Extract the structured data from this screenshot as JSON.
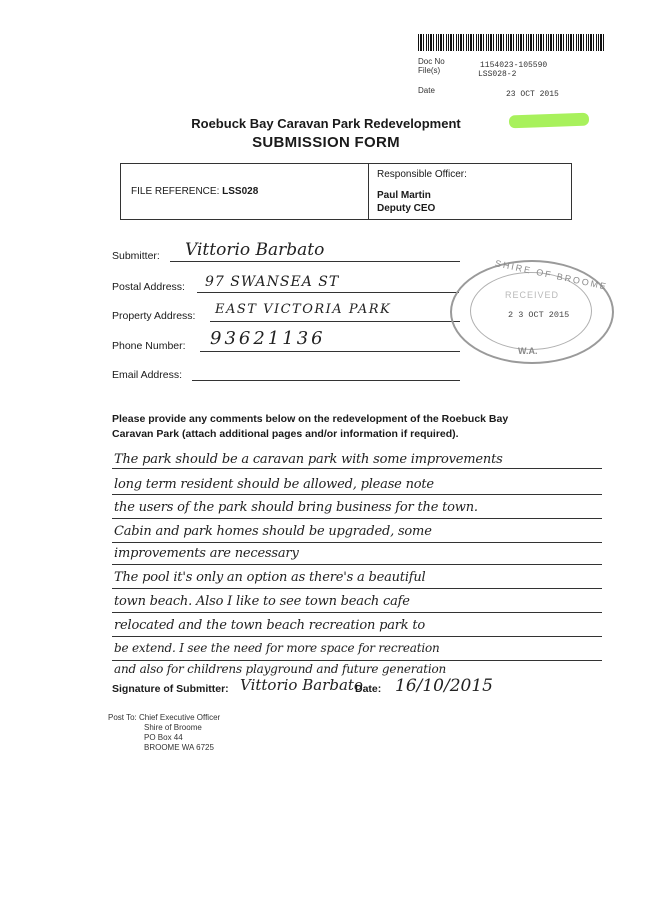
{
  "registry": {
    "doc_no_label": "Doc No",
    "doc_no_value": "1154023-105590",
    "files_label": "File(s)",
    "files_value": "LSS028-2",
    "date_label": "Date",
    "date_value": "23 OCT 2015"
  },
  "header": {
    "project_title": "Roebuck Bay Caravan Park Redevelopment",
    "form_title": "SUBMISSION FORM"
  },
  "reference": {
    "file_ref_label": "FILE REFERENCE:",
    "file_ref_value": "LSS028",
    "responsible_label": "Responsible Officer:",
    "officer_name": "Paul Martin",
    "officer_title": "Deputy CEO"
  },
  "fields": {
    "submitter_label": "Submitter:",
    "submitter_value": "Vittorio Barbato",
    "postal_label": "Postal Address:",
    "postal_value": "97 SWANSEA ST",
    "property_label": "Property Address:",
    "property_value": "EAST VICTORIA PARK",
    "phone_label": "Phone Number:",
    "phone_value": "93621136",
    "email_label": "Email Address:",
    "email_value": ""
  },
  "stamp": {
    "top_text": "SHIRE OF BROOME",
    "middle_text": "RECEIVED",
    "date": "2 3 OCT 2015",
    "bottom_text": "W.A."
  },
  "comments": {
    "instructions": "Please provide any comments below on the redevelopment of the Roebuck Bay Caravan Park (attach additional pages and/or information if required).",
    "lines": [
      "The park should be a caravan park with some improvements",
      "long term resident should be allowed, please note",
      "the users of the park should bring business for the town.",
      "Cabin and park homes should be upgraded, some",
      "improvements are necessary",
      "The pool it's only an option as there's a beautiful",
      "town beach. Also I like to see town beach cafe",
      "relocated and the town beach recreation park to",
      "be extend. I see the need for more space for recreation",
      "and also for childrens playground and future generation"
    ]
  },
  "signature": {
    "label": "Signature of Submitter:",
    "value": "Vittorio Barbato",
    "date_label": "Date:",
    "date_value": "16/10/2015"
  },
  "post_to": {
    "line1": "Post To: Chief Executive Officer",
    "line2": "Shire of Broome",
    "line3": "PO Box 44",
    "line4": "BROOME WA 6725"
  }
}
